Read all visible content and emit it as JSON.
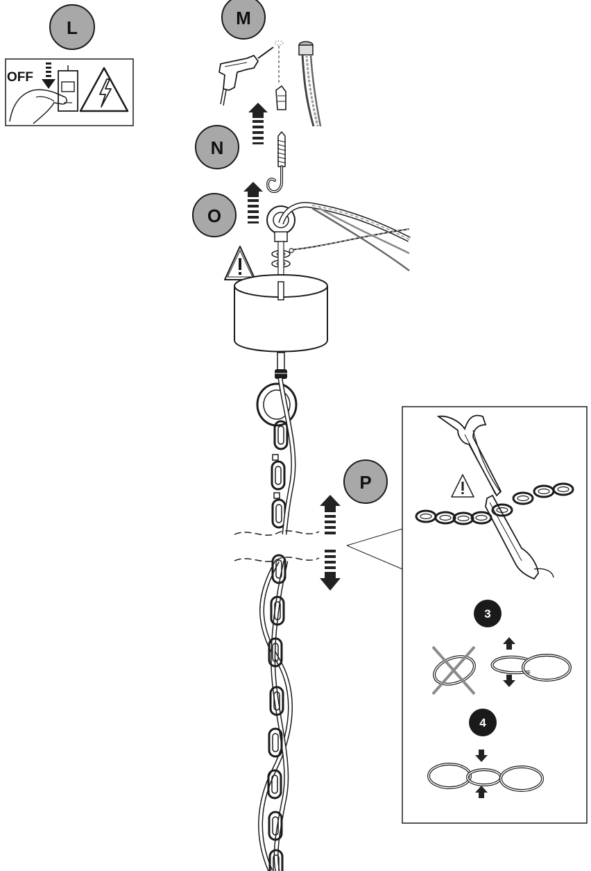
{
  "steps": {
    "L": "L",
    "M": "M",
    "N": "N",
    "O": "O",
    "P": "P"
  },
  "panel_L": {
    "off_text": "OFF"
  },
  "detail": {
    "step3": "3",
    "step4": "4"
  },
  "colors": {
    "step_circle_fill": "#a8a8a8",
    "line": "#1a1a1a",
    "arrow": "#222222",
    "cable_gray": "#9a9a9a"
  },
  "icons": [
    "warning-triangle-icon",
    "electric-hazard-icon",
    "drill-icon",
    "arrow-up-icon",
    "arrow-down-icon",
    "cross-out-icon"
  ]
}
